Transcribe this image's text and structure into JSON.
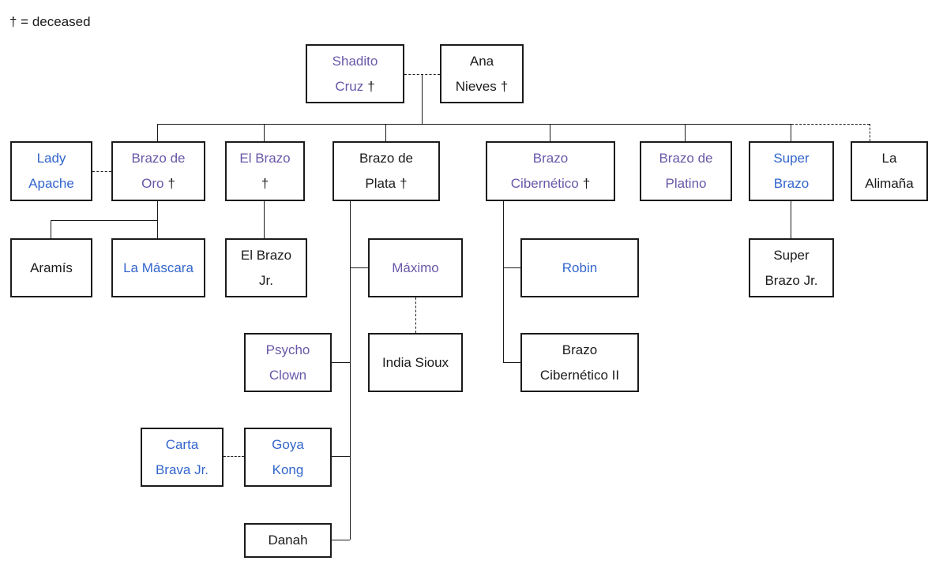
{
  "legend": "† = deceased",
  "colors": {
    "blue": "#3366cc",
    "purple": "#6a58a8",
    "black": "#1b1b1b"
  },
  "diagram_type": "family-tree",
  "nodes": {
    "shadito_cruz": {
      "line1": "Shadito",
      "line2": "Cruz",
      "dagger": "†",
      "color": "purple"
    },
    "ana_nieves": {
      "line1": "Ana",
      "line2": "Nieves",
      "dagger": "†",
      "color": "black"
    },
    "lady_apache": {
      "line1": "Lady",
      "line2": "Apache",
      "color": "blue"
    },
    "brazo_de_oro": {
      "line1": "Brazo de",
      "line2": "Oro",
      "dagger": "†",
      "color": "purple"
    },
    "el_brazo": {
      "line1": "El Brazo",
      "line2": "",
      "dagger": "†",
      "color": "purple"
    },
    "brazo_de_plata": {
      "line1": "Brazo de",
      "line2": "Plata",
      "dagger": "†",
      "color": "black"
    },
    "brazo_cibernetico": {
      "line1": "Brazo",
      "line2": "Cibernético",
      "dagger": "†",
      "color": "purple"
    },
    "brazo_de_platino": {
      "line1": "Brazo de",
      "line2": "Platino",
      "color": "purple"
    },
    "super_brazo": {
      "line1": "Super",
      "line2": "Brazo",
      "color": "blue"
    },
    "la_alimana": {
      "line1": "La",
      "line2": "Alimaña",
      "color": "black"
    },
    "aramis": {
      "line1": "Aramís",
      "color": "black"
    },
    "la_mascara": {
      "line1": "La Máscara",
      "color": "blue"
    },
    "el_brazo_jr": {
      "line1": "El Brazo",
      "line2": "Jr.",
      "color": "black"
    },
    "maximo": {
      "line1": "Máximo",
      "color": "purple"
    },
    "robin": {
      "line1": "Robin",
      "color": "blue"
    },
    "super_brazo_jr": {
      "line1": "Super",
      "line2": "Brazo Jr.",
      "color": "black"
    },
    "psycho_clown": {
      "line1": "Psycho",
      "line2": "Clown",
      "color": "purple"
    },
    "india_sioux": {
      "line1": "India Sioux",
      "color": "black"
    },
    "brazo_cibernetico_ii": {
      "line1": "Brazo",
      "line2": "Cibernético II",
      "color": "black"
    },
    "carta_brava_jr": {
      "line1": "Carta",
      "line2": "Brava Jr.",
      "color": "blue"
    },
    "goya_kong": {
      "line1": "Goya",
      "line2": "Kong",
      "color": "blue"
    },
    "danah": {
      "line1": "Danah",
      "color": "black"
    }
  }
}
